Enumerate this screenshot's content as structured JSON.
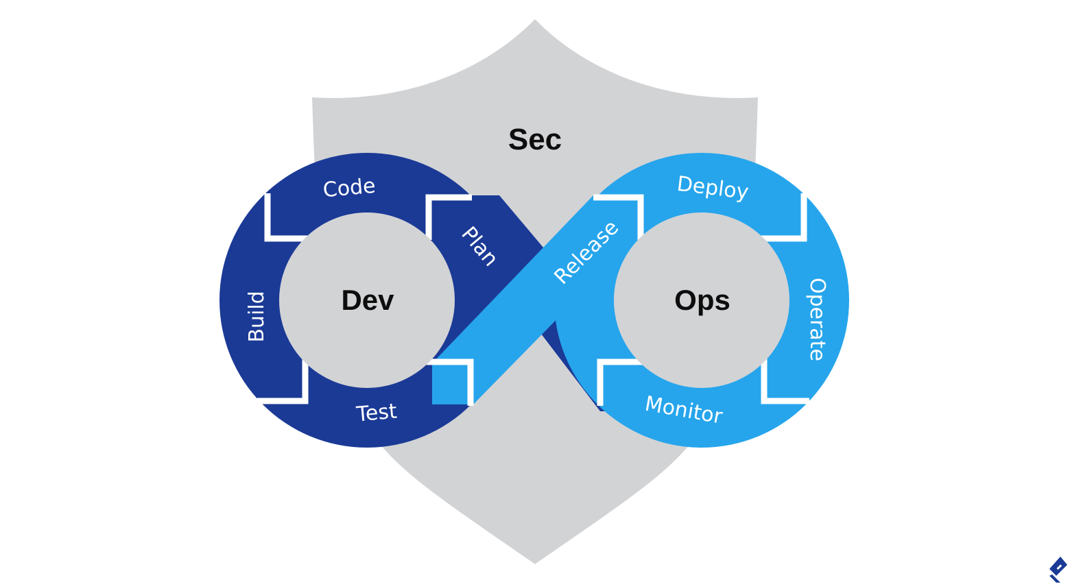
{
  "diagram": {
    "shield_label": "Sec",
    "dev_label": "Dev",
    "ops_label": "Ops",
    "dev_stages": [
      "Code",
      "Plan",
      "Build",
      "Test"
    ],
    "ops_stages": [
      "Release",
      "Deploy",
      "Operate",
      "Monitor"
    ]
  },
  "colors": {
    "shield": "#d2d3d5",
    "dev_loop": "#1b3a96",
    "ops_loop": "#26a5ec",
    "inner_circle": "#d2d3d5",
    "label_text": "#0d0d0d",
    "stage_text": "#ffffff",
    "logo": "#1b3a96"
  },
  "logo_icon": "brand-logo-icon"
}
